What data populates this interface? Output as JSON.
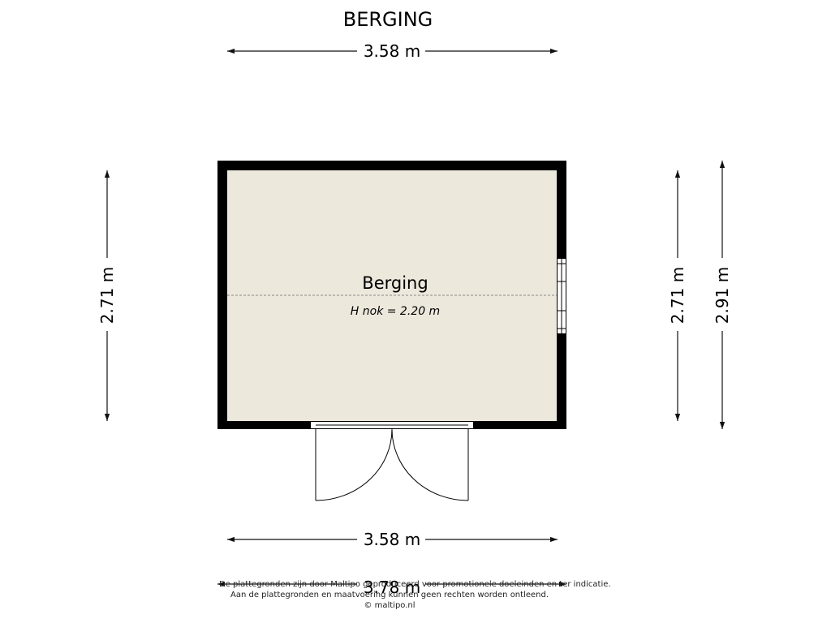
{
  "title": "BERGING",
  "dimensions": {
    "top": "3.58 m",
    "bottom_inner": "3.58 m",
    "bottom_outer": "3.78 m",
    "left": "2.71 m",
    "right_inner": "2.71 m",
    "right_outer": "2.91 m"
  },
  "room": {
    "name": "Berging",
    "ridge_height": "H nok = 2.20 m"
  },
  "colors": {
    "wall": "#000000",
    "floor": "#ede8dc",
    "ridge_line": "#8a8a8a"
  },
  "disclaimer": {
    "line1": "De plattegronden zijn door Maltipo geproduceerd voor promotionele doeleinden en ter indicatie.",
    "line2": "Aan de plattegronden en maatvoering kunnen geen rechten worden ontleend.",
    "line3": "© maltipo.nl"
  }
}
